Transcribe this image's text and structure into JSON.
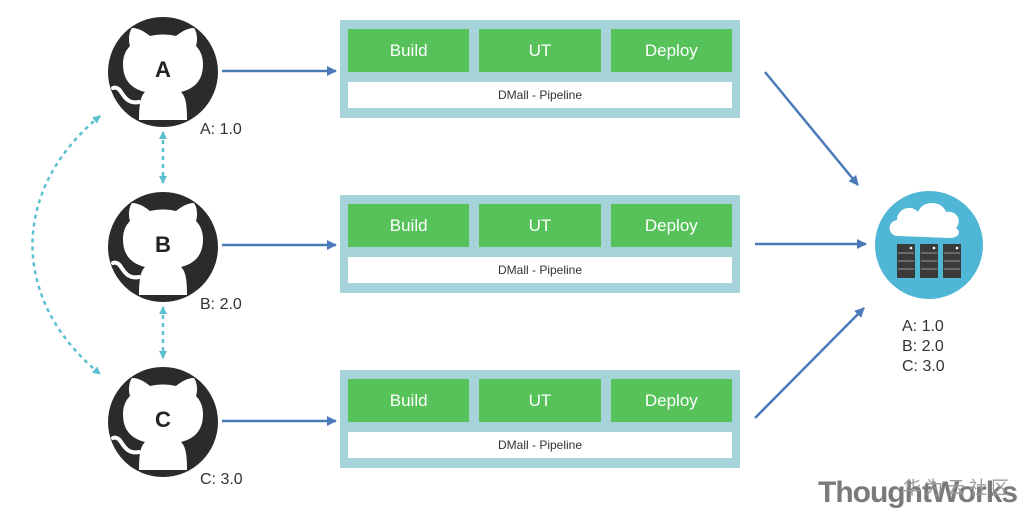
{
  "repos": [
    {
      "letter": "A",
      "version": "A: 1.0"
    },
    {
      "letter": "B",
      "version": "B: 2.0"
    },
    {
      "letter": "C",
      "version": "C: 3.0"
    }
  ],
  "pipelines": [
    {
      "stages": [
        "Build",
        "UT",
        "Deploy"
      ],
      "label": "DMall - Pipeline"
    },
    {
      "stages": [
        "Build",
        "UT",
        "Deploy"
      ],
      "label": "DMall - Pipeline"
    },
    {
      "stages": [
        "Build",
        "UT",
        "Deploy"
      ],
      "label": "DMall - Pipeline"
    }
  ],
  "server": {
    "icon": "cloud-server-icon",
    "versions": [
      "A: 1.0",
      "B: 2.0",
      "C: 3.0"
    ]
  },
  "watermark": {
    "brand": "ThoughtWorks",
    "community": "华为云社区"
  },
  "colors": {
    "stage": "#57c25a",
    "pipeline_frame": "#a6d3da",
    "arrow": "#4a7ab8",
    "dashed_arrow": "#5bc0cf",
    "server_circle": "#4fb6d6",
    "github": "#2b2b2b"
  }
}
